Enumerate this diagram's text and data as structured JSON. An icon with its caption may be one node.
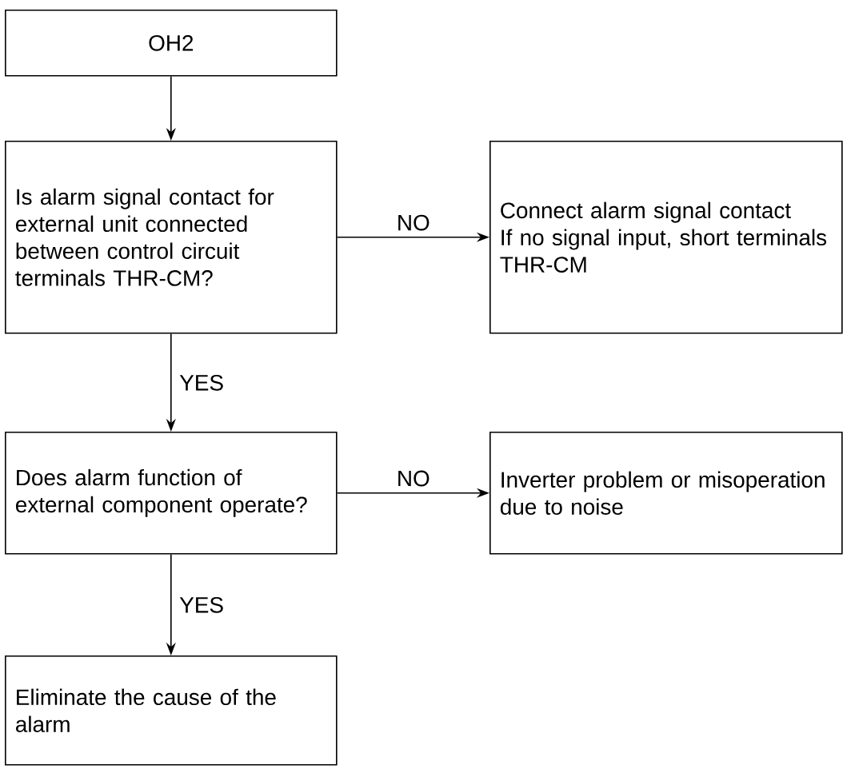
{
  "diagram": {
    "nodes": [
      {
        "text": [
          "OH2"
        ]
      },
      {
        "text": [
          "Is alarm signal contact for external unit connected between control circuit terminals THR-CM?"
        ]
      },
      {
        "text": [
          "Connect alarm signal contact",
          "If no signal input, short terminals THR-CM"
        ]
      },
      {
        "text": [
          "Does alarm function of external component operate?"
        ]
      },
      {
        "text": [
          "Inverter problem or misoperation due to noise"
        ]
      },
      {
        "text": [
          "Eliminate the cause of the alarm"
        ]
      }
    ],
    "edges": [
      {
        "from": 0,
        "to": 1,
        "arrow": "to"
      },
      {
        "from": 1,
        "to": 2,
        "arrow": "to",
        "label": "NO"
      },
      {
        "from": 1,
        "to": 3,
        "arrow": "to",
        "label": "YES"
      },
      {
        "from": 3,
        "to": 4,
        "arrow": "to",
        "label": "NO"
      },
      {
        "from": 3,
        "to": 5,
        "arrow": "to",
        "label": "YES"
      }
    ]
  }
}
